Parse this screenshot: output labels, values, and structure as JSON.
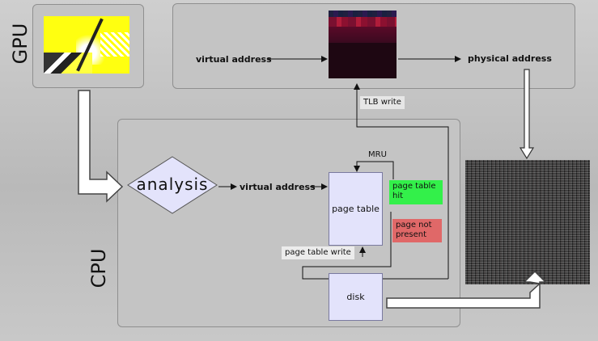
{
  "labels": {
    "gpu": "GPU",
    "cpu": "CPU",
    "analysis": "analysis",
    "virtual_address_top": "virtual address",
    "physical_address": "physical address",
    "tlb_write": "TLB write",
    "mru": "MRU",
    "virtual_address_cpu": "virtual address",
    "page_table": "page table",
    "page_table_hit": "page table\nhit",
    "page_not_present": "page not\npresent",
    "page_table_write": "page table write",
    "disk": "disk"
  },
  "colors": {
    "panel": "#c4c4c4",
    "lavender_box": "#e3e3fb",
    "hit_green": "#33f04a",
    "not_present_red": "#e06868",
    "screenshot_yellow": "#ffff00"
  }
}
